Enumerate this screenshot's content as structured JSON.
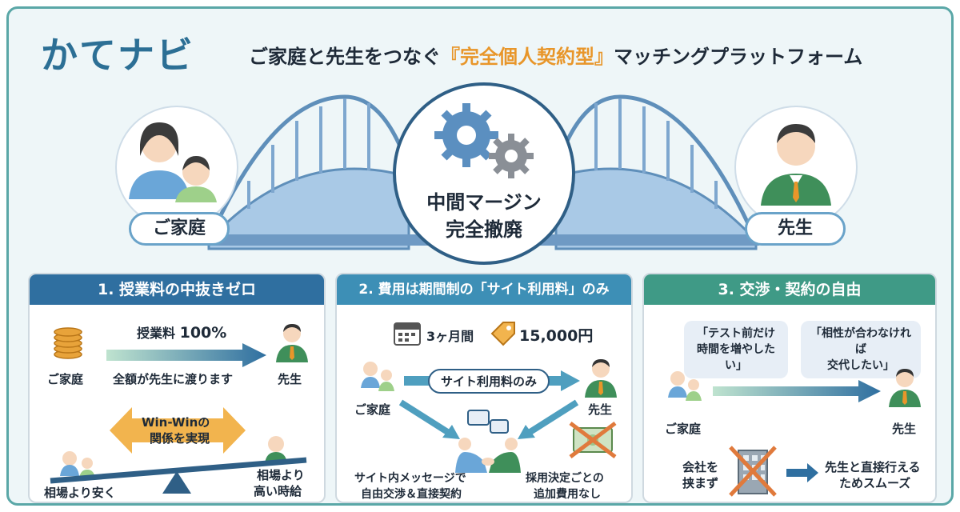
{
  "header": {
    "logo": "かてナビ",
    "tagline_before": "ご家庭と先生をつなぐ",
    "tagline_highlight": "『完全個人契約型』",
    "tagline_after": "マッチングプラットフォーム"
  },
  "hero": {
    "family_label": "ご家庭",
    "teacher_label": "先生",
    "center_line1": "中間マージン",
    "center_line2": "完全撤廃"
  },
  "panel1": {
    "title": "1. 授業料の中抜きゼロ",
    "family_label": "ご家庭",
    "teacher_label": "先生",
    "fee_label": "授業料",
    "fee_value": "100%",
    "transfer_text": "全額が先生に渡ります",
    "winwin_line1": "Win-Winの",
    "winwin_line2": "関係を実現",
    "cheaper_text": "相場より安く",
    "higher_line1": "相場より",
    "higher_line2": "高い時給"
  },
  "panel2": {
    "title": "2. 費用は期間制の「サイト利用料」のみ",
    "period": "3ヶ月間",
    "price": "15,000円",
    "site_fee_only": "サイト利用料のみ",
    "family_label": "ご家庭",
    "teacher_label": "先生",
    "message_line1": "サイト内メッセージで",
    "message_line2": "自由交渉＆直接契約",
    "no_fee_line1": "採用決定ごとの",
    "no_fee_line2": "追加費用なし"
  },
  "panel3": {
    "title": "3. 交渉・契約の自由",
    "bubble1_line1": "「テスト前だけ",
    "bubble1_line2": "時間を増やしたい」",
    "bubble2_line1": "「相性が合わなければ",
    "bubble2_line2": "交代したい」",
    "family_label": "ご家庭",
    "teacher_label": "先生",
    "no_company_line1": "会社を",
    "no_company_line2": "挟まず",
    "direct_line1": "先生と直接行える",
    "direct_line2": "ためスムーズ"
  },
  "colors": {
    "panel1_head": "#2f6fa0",
    "panel2_head": "#3d8fb6",
    "panel3_head": "#3f9a86",
    "accent_orange": "#e8962a",
    "bridge": "#8fb6d9"
  }
}
